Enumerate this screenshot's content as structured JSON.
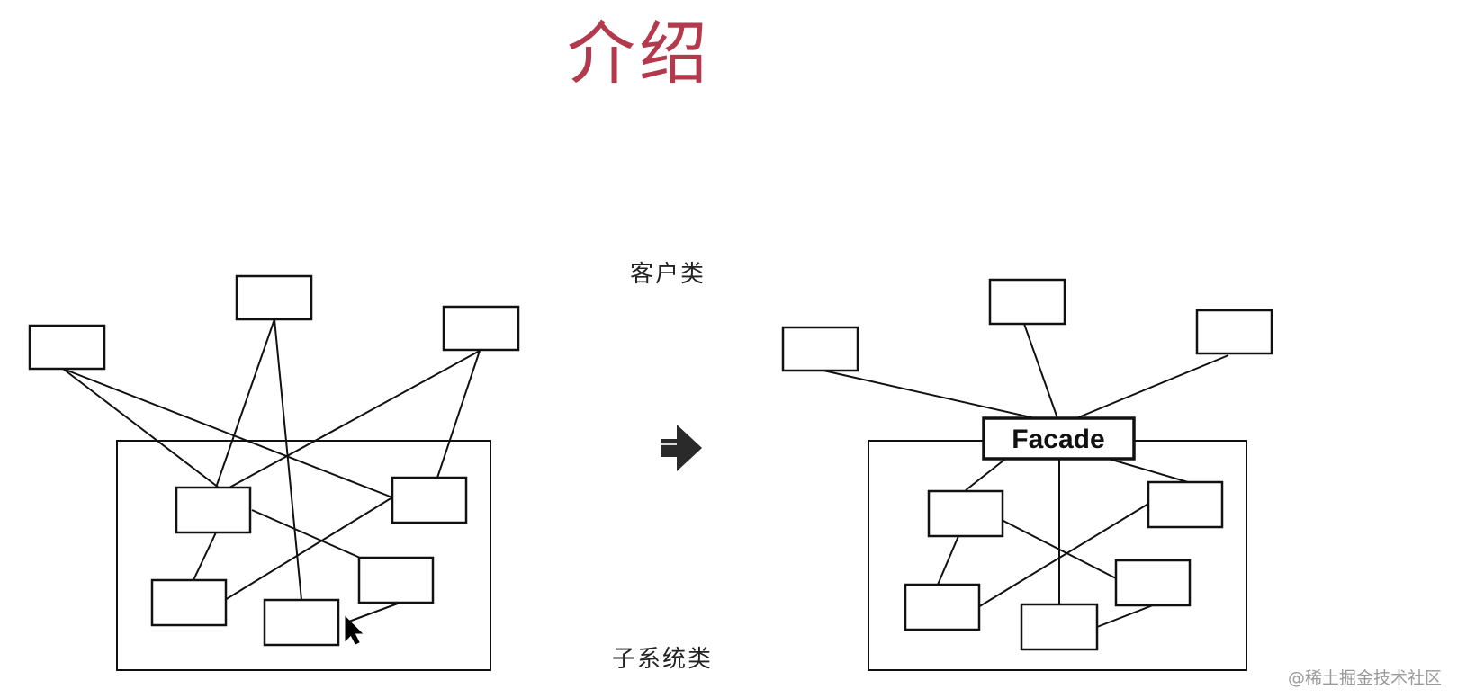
{
  "title": "介绍",
  "labels": {
    "client": "客户类",
    "subsystem": "子系统类",
    "facade": "Facade"
  },
  "watermark": "@稀土掘金技术社区",
  "colors": {
    "title": "#b23a4c",
    "lines": "#111111"
  },
  "icons": {
    "transition": "right-arrow-icon",
    "cursor": "mouse-pointer-icon"
  }
}
